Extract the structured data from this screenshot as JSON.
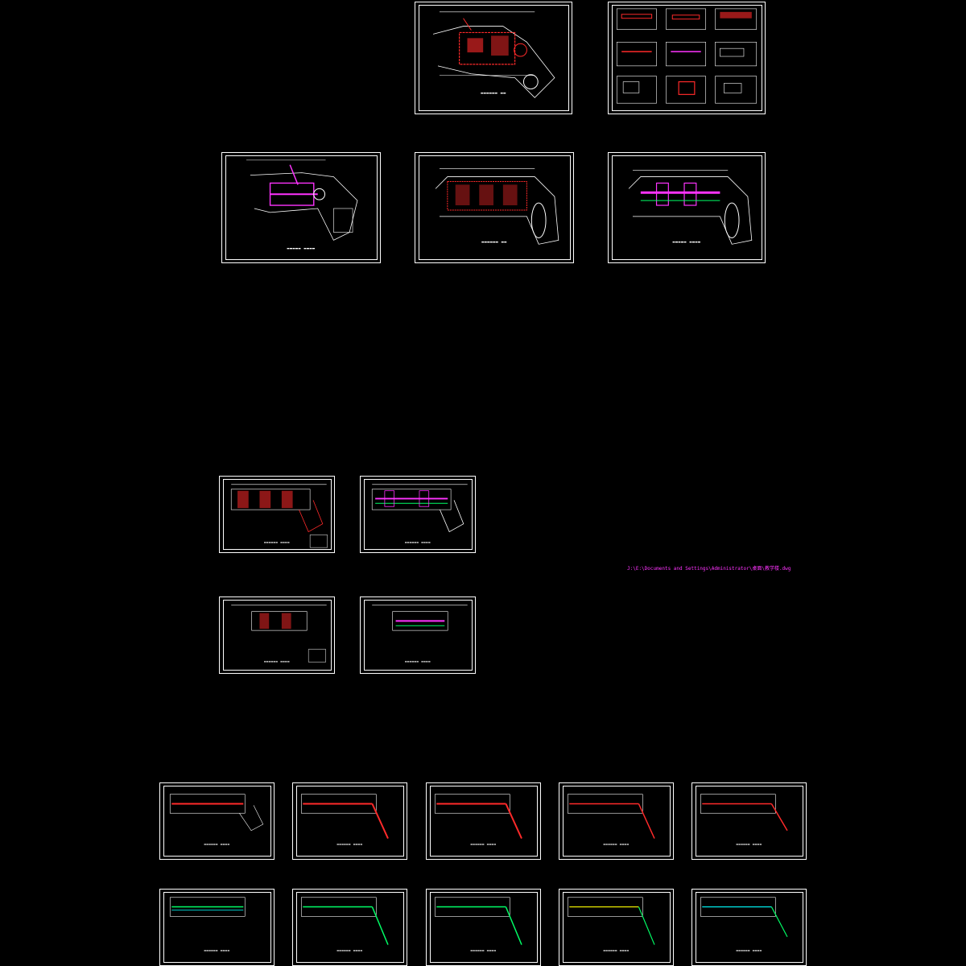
{
  "path_text": "J:\\E:\\Documents and Settings\\Administrator\\桌面\\教学楼.dwg",
  "colors": {
    "background": "#000000",
    "frame": "#ffffff",
    "wall": "#ff2a2a",
    "duct": "#ff33ff",
    "pipe": "#00ff66",
    "aux": "#00ffff",
    "text": "#ff33ff"
  },
  "sheets": [
    {
      "id": "s1",
      "kind": "plan"
    },
    {
      "id": "s2",
      "kind": "details"
    },
    {
      "id": "s3",
      "kind": "plan"
    },
    {
      "id": "s4",
      "kind": "plan"
    },
    {
      "id": "s5",
      "kind": "plan"
    },
    {
      "id": "s6",
      "kind": "plan"
    },
    {
      "id": "s7",
      "kind": "plan"
    },
    {
      "id": "s8",
      "kind": "plan"
    },
    {
      "id": "s9",
      "kind": "plan"
    },
    {
      "id": "s10",
      "kind": "plan"
    },
    {
      "id": "s11",
      "kind": "plan"
    },
    {
      "id": "s12",
      "kind": "plan"
    },
    {
      "id": "s13",
      "kind": "plan"
    },
    {
      "id": "s14",
      "kind": "plan"
    },
    {
      "id": "s15",
      "kind": "plan"
    },
    {
      "id": "s16",
      "kind": "plan"
    },
    {
      "id": "s17",
      "kind": "plan"
    },
    {
      "id": "s18",
      "kind": "plan"
    },
    {
      "id": "s19",
      "kind": "plan"
    },
    {
      "id": "s20",
      "kind": "plan"
    }
  ]
}
